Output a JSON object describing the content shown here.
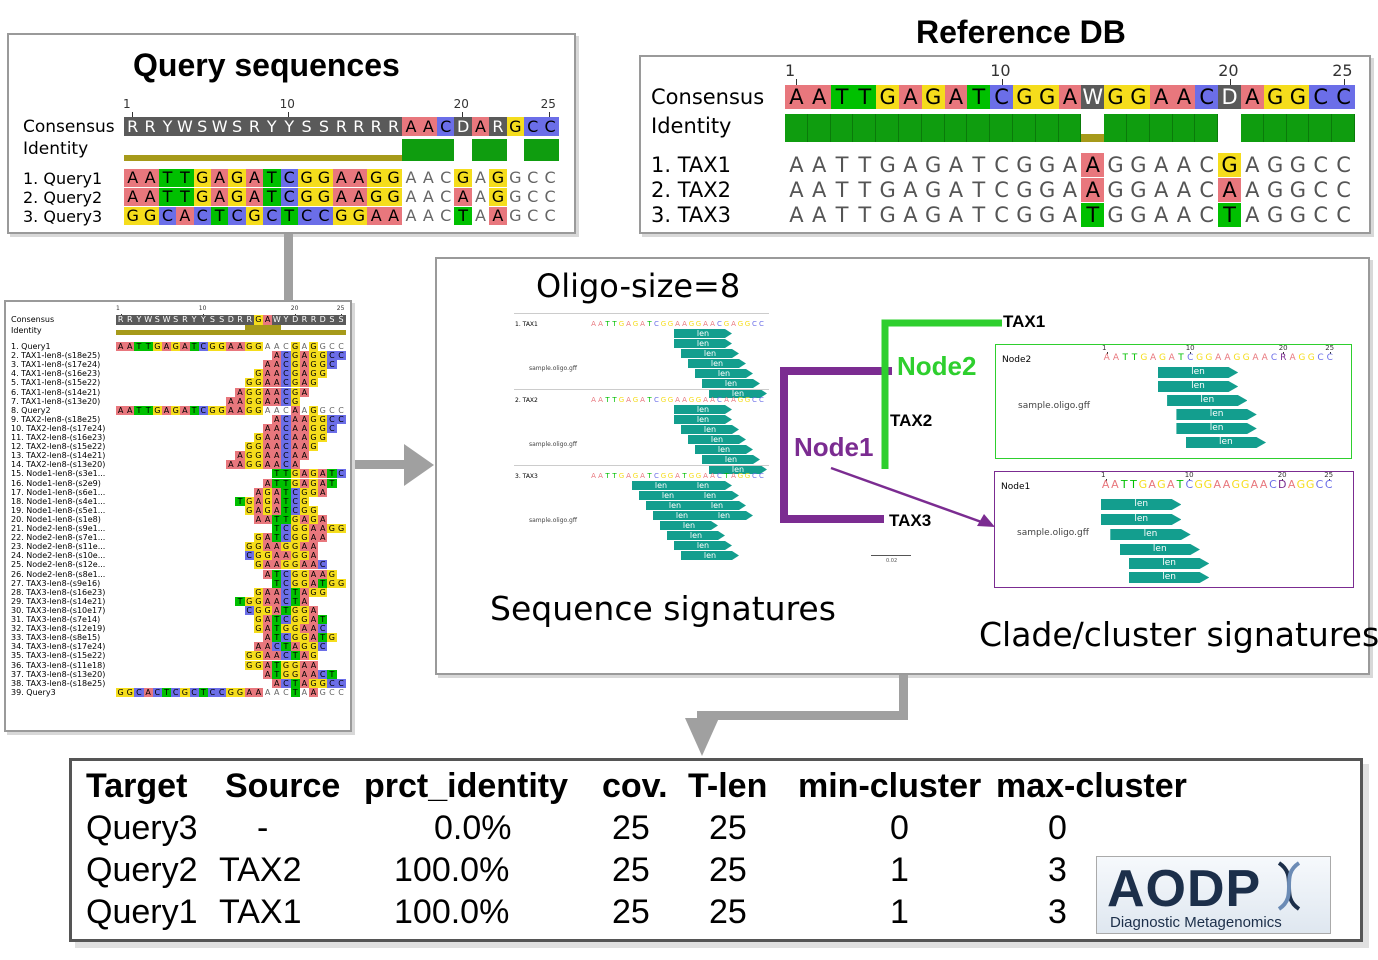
{
  "query_panel": {
    "title": "Query sequences",
    "ruler": [
      "1",
      "10",
      "20",
      "25"
    ],
    "consensus_label": "Consensus",
    "identity_label": "Identity",
    "consensus": "RRYWSWSRYYSSRRRRAACDARGCC",
    "rows": [
      {
        "label": "1. Query1",
        "seq": "AATTGAGATCGGAAGGAACGAGGCC"
      },
      {
        "label": "2. Query2",
        "seq": "AATTGAGATCGGAAGGAACAAGGCC"
      },
      {
        "label": "3. Query3",
        "seq": "GGCACTCGCTCCGGAAAACTAAGCC"
      }
    ]
  },
  "reference_panel": {
    "title": "Reference DB",
    "ruler": [
      "1",
      "10",
      "20",
      "25"
    ],
    "consensus_label": "Consensus",
    "identity_label": "Identity",
    "consensus": "AATTGAGATCGGAWGGAACDAGGCC",
    "rows": [
      {
        "label": "1. TAX1",
        "seq": "AATTGAGATCGGAAGGAACGAGGCC"
      },
      {
        "label": "2. TAX2",
        "seq": "AATTGAGATCGGAAGGAACAAGGCC"
      },
      {
        "label": "3. TAX3",
        "seq": "AATTGAGATCGGATGGAACTAGGCC"
      }
    ]
  },
  "oligo_panel": {
    "ruler": [
      "1",
      "10",
      "20",
      "25"
    ],
    "consensus_label": "Consensus",
    "identity_label": "Identity",
    "consensus": "RRYWSWSRYYSSDRRGAWYDRRDSS",
    "rows": [
      {
        "label": "1. Query1",
        "seq": "AATTGAGATCGGAAGGAACGAGGCC"
      },
      {
        "label": "2. TAX1-len8-(s18e25)",
        "seq": "                 ACGAGGCC"
      },
      {
        "label": "3. TAX1-len8-(s17e24)",
        "seq": "                AACGAGGC "
      },
      {
        "label": "4. TAX1-len8-(s16e23)",
        "seq": "               GAACGAGG  "
      },
      {
        "label": "5. TAX1-len8-(s15e22)",
        "seq": "              GGAACGAG   "
      },
      {
        "label": "6. TAX1-len8-(s14e21)",
        "seq": "             AGGAACGA    "
      },
      {
        "label": "7. TAX1-len8-(s13e20)",
        "seq": "            AAGGAACG     "
      },
      {
        "label": "8. Query2",
        "seq": "AATTGAGATCGGAAGGAACAAGGCC"
      },
      {
        "label": "9. TAX2-len8-(s18e25)",
        "seq": "                 ACAAGGCC"
      },
      {
        "label": "10. TAX2-len8-(s17e24)",
        "seq": "                AACAAGGC "
      },
      {
        "label": "11. TAX2-len8-(s16e23)",
        "seq": "               GAACAAGG  "
      },
      {
        "label": "12. TAX2-len8-(s15e22)",
        "seq": "              GGAACAAG   "
      },
      {
        "label": "13. TAX2-len8-(s14e21)",
        "seq": "             AGGAACAA    "
      },
      {
        "label": "14. TAX2-len8-(s13e20)",
        "seq": "            AAGGAACA     "
      },
      {
        "label": "15. Node1-len8-(s3e1...",
        "seq": "                 TTGAGATC"
      },
      {
        "label": "16. Node1-len8-(s2e9)",
        "seq": "                ATTGAGAT "
      },
      {
        "label": "17. Node1-len8-(s6e1...",
        "seq": "               AGATCGGA  "
      },
      {
        "label": "18. Node1-len8-(s4e1...",
        "seq": "             TGAGATCG    "
      },
      {
        "label": "19. Node1-len8-(s5e1...",
        "seq": "              GAGATCGG   "
      },
      {
        "label": "20. Node1-len8-(s1e8)",
        "seq": "               AATTGAGA  "
      },
      {
        "label": "21. Node2-len8-(s9e1...",
        "seq": "                 TCGGAAGG"
      },
      {
        "label": "22. Node2-len8-(s7e1...",
        "seq": "               GATCGGAA  "
      },
      {
        "label": "23. Node2-len8-(s11e...",
        "seq": "              GGAAGGAA   "
      },
      {
        "label": "24. Node2-len8-(s10e...",
        "seq": "              CGGAAGGA   "
      },
      {
        "label": "25. Node2-len8-(s12e...",
        "seq": "               GAAGGAAC  "
      },
      {
        "label": "26. Node2-len8-(s8e1...",
        "seq": "                ATCGGAAG "
      },
      {
        "label": "27. TAX3-len8-(s9e16)",
        "seq": "                 TCGGATGG"
      },
      {
        "label": "28. TAX3-len8-(s16e23)",
        "seq": "               GAACTAGG  "
      },
      {
        "label": "29. TAX3-len8-(s14e21)",
        "seq": "             TGGAACTA    "
      },
      {
        "label": "30. TAX3-len8-(s10e17)",
        "seq": "              CGGATGGA   "
      },
      {
        "label": "31. TAX3-len8-(s7e14)",
        "seq": "               GATCGGAT  "
      },
      {
        "label": "32. TAX3-len8-(s12e19)",
        "seq": "               GATGGAAC  "
      },
      {
        "label": "33. TAX3-len8-(s8e15)",
        "seq": "                ATCGGATG "
      },
      {
        "label": "34. TAX3-len8-(s17e24)",
        "seq": "               AACTAGGC  "
      },
      {
        "label": "35. TAX3-len8-(s15e22)",
        "seq": "              GGAACTAG   "
      },
      {
        "label": "36. TAX3-len8-(s11e18)",
        "seq": "              GGATGGAA   "
      },
      {
        "label": "37. TAX3-len8-(s13e20)",
        "seq": "                ATGGAACT "
      },
      {
        "label": "38. TAX3-len8-(s18e25)",
        "seq": "                 ACTAGGCC"
      },
      {
        "label": "39. Query3",
        "seq": "GGCACTCGCTCCGGAAAACTAAGCC"
      }
    ]
  },
  "signatures_panel": {
    "oligo_size": "Oligo-size=8",
    "sequence_caption": "Sequence signatures",
    "clade_caption": "Clade/cluster signatures",
    "seq_blocks": [
      {
        "label": "1. TAX1",
        "seq": "AATTGAGATCGGAAGGAACGAGGCC",
        "file": "sample.oligo.gff"
      },
      {
        "label": "2. TAX2",
        "seq": "AATTGAGATCGGAAGGAACAAGGCC",
        "file": "sample.oligo.gff"
      },
      {
        "label": "3. TAX3",
        "seq": "AATTGAGATCGGATGGAACTAGGCC",
        "file": "sample.oligo.gff"
      }
    ],
    "ruler": [
      "1",
      "10",
      "20",
      "25"
    ],
    "oligo_label": "len",
    "tree": {
      "tax1": "TAX1",
      "tax2": "TAX2",
      "tax3": "TAX3",
      "node1": "Node1",
      "node2": "Node2"
    },
    "scale_label": "0.02",
    "node2_box": {
      "label": "Node2",
      "seq": "AATTGAGATCGGAAGGAACRAGGCC",
      "file": "sample.oligo.gff"
    },
    "node1_box": {
      "label": "Node1",
      "seq": "AATTGAGATCGGAAGGAACDAGGCC",
      "file": "sample.oligo.gff"
    }
  },
  "results_table": {
    "headers": [
      "Target",
      "Source",
      "prct_identity",
      "cov.",
      "T-len",
      "min-cluster",
      "max-cluster"
    ],
    "rows": [
      [
        "Query3",
        "-",
        "0.0%",
        "25",
        "25",
        "0",
        "0"
      ],
      [
        "Query2",
        "TAX2",
        "100.0%",
        "25",
        "25",
        "1",
        "3"
      ],
      [
        "Query1",
        "TAX1",
        "100.0%",
        "25",
        "25",
        "1",
        "3"
      ]
    ]
  },
  "logo": {
    "name": "AODP",
    "tagline": "Diagnostic Metagenomics"
  },
  "colors": {
    "A": "#e8777d",
    "T": "#00c000",
    "G": "#f5dd1c",
    "C": "#6b6ee8",
    "ambig": "#5a5a5a",
    "identity_full": "#0f9d0f",
    "identity_low": "#a69a1a",
    "teal": "#139e8e",
    "node1": "#7b2c91",
    "node2": "#2ecf2e"
  }
}
